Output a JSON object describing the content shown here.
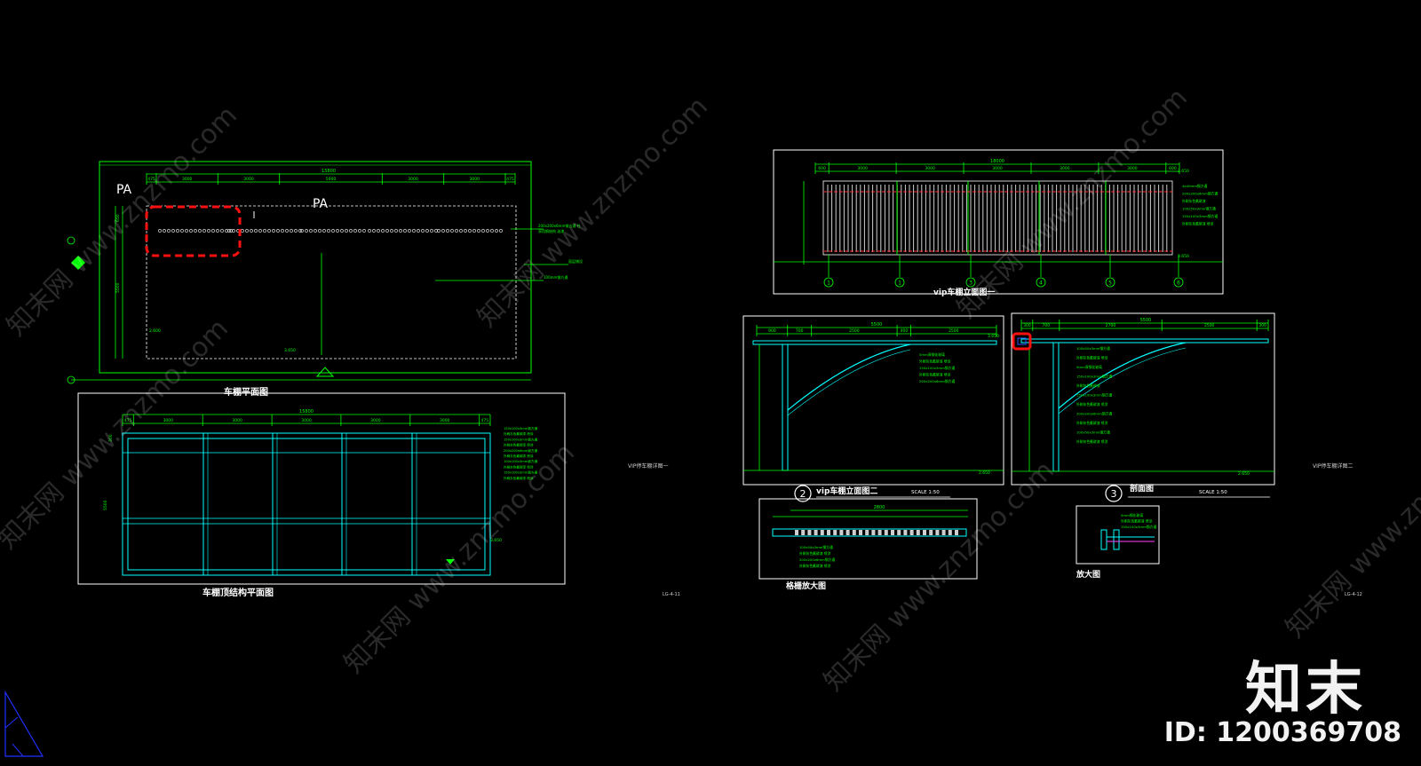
{
  "colors": {
    "background": "#000000",
    "frame": "#ffffff",
    "dimension": "#00ff00",
    "structure": "#00ffff",
    "grid_axis": "#00ff00",
    "highlight": "#ff1010",
    "ucs": "#0000ff"
  },
  "sheet_left": {
    "plan": {
      "pa_label_outer": "PA",
      "pa_label_inner": "PA",
      "title": "车棚平面图",
      "total_dim": "15800",
      "dims": [
        "475",
        "3000",
        "3000",
        "5000",
        "3000",
        "3000",
        "475"
      ],
      "left_dims": [
        "650",
        "5500"
      ],
      "level_1": "2.600",
      "level_2": "3.650",
      "callouts": [
        "200x200x6mm钢方通 柱",
        "采用钢结构 油漆",
        "面层铺设",
        "100mm钢方通"
      ]
    },
    "roof": {
      "title": "车棚顶结构平面图",
      "total_dim": "15800",
      "dims": [
        "475",
        "3000",
        "3000",
        "3000",
        "3000",
        "3000",
        "475"
      ],
      "left_dims": [
        "300",
        "5500"
      ],
      "level": "3.650",
      "callouts": [
        "150x100x3mm钢方通",
        "外刷灰色氟碳漆 喷涂",
        "150x100x3mm钢方通",
        "外刷灰色氟碳漆 喷涂",
        "200x200x6mm钢方通",
        "外刷灰色氟碳漆 喷涂",
        "100x100x3mm钢方通",
        "外刷灰色氟碳漆 喷涂",
        "150x100x3mm钢方通",
        "外刷灰色氟碳漆 喷涂"
      ]
    },
    "sheet_title": "VIP停车棚详图一",
    "sheet_no": "LG-4-11"
  },
  "sheet_right": {
    "elev1": {
      "title": "vip车棚立面图一",
      "total_dim": "18000",
      "dims": [
        "600",
        "3000",
        "3000",
        "3000",
        "3000",
        "3000",
        "600"
      ],
      "axes": [
        "1",
        "1",
        "3",
        "4",
        "5",
        "6"
      ],
      "level": "2.650",
      "level_base": "3.650",
      "callouts": [
        "4x40mm钢方通",
        "200x200x6mm钢方通",
        "外刷灰色氟碳漆",
        "100x50x3mm钢方通",
        "150x100x3mm钢方通",
        "外刷灰色氟碳漆 喷涂"
      ]
    },
    "elev2": {
      "title": "vip车棚立面图二",
      "scale": "SCALE  1:50",
      "badge": "2",
      "total_dim": "5500",
      "dims": [
        "900",
        "700",
        "2500",
        "400",
        "2500"
      ],
      "level": "3.650",
      "level_base": "2.650",
      "callouts": [
        "5mm厚钢化玻璃",
        "外刷灰色氟碳漆 喷涂",
        "150x100x3mm钢方通",
        "外刷灰色氟碳漆 喷涂",
        "200x200x6mm钢方通"
      ]
    },
    "section": {
      "title": "剖面图",
      "scale": "SCALE  1:50",
      "badge": "3",
      "total_dim": "5500",
      "dims": [
        "300",
        "700",
        "2700",
        "2500",
        "300"
      ],
      "level": "2.650",
      "callouts": [
        "100x50x3mm钢方通",
        "外刷灰色氟碳漆 喷涂",
        "5mm厚钢化玻璃",
        "150x100x3mm钢方通",
        "外刷灰色氟碳漆",
        "150x100x3mm钢方通",
        "外刷灰色氟碳漆 喷涂",
        "200x200x6mm钢方通",
        "外刷灰色氟碳漆 喷涂",
        "100x50x3mm钢方通",
        "外刷灰色氟碳漆 喷涂"
      ]
    },
    "grille": {
      "title": "格栅放大图",
      "total_dim": "2800",
      "callouts": [
        "100x50x3mm钢方通",
        "外刷灰色氟碳漆 喷涂",
        "200x200x6mm钢方通",
        "外刷灰色氟碳漆 喷涂"
      ]
    },
    "detail": {
      "title": "放大图",
      "callouts": [
        "5mm钢化玻璃",
        "外刷灰色氟碳漆 喷涂",
        "150x100x3mm钢方通"
      ]
    },
    "sheet_title": "VIP停车棚详图二",
    "sheet_no": "LG-4-12"
  },
  "watermark": {
    "brand": "知末",
    "id_text": "ID: 1200369708",
    "diagonal": "知末网 www.znzmo.com"
  }
}
